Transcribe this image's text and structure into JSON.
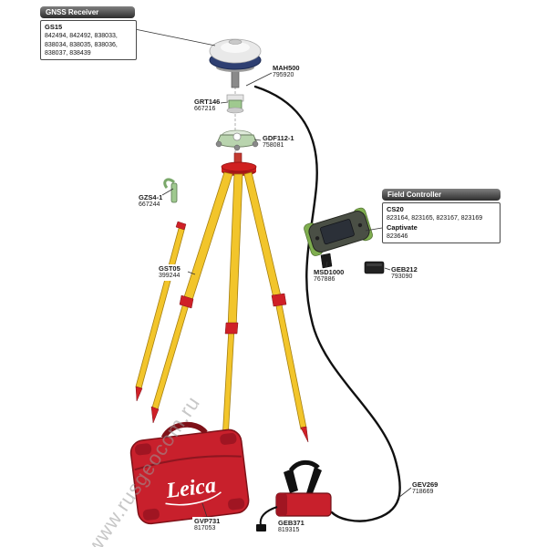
{
  "watermark": "www.rusgeocom.ru",
  "headers": {
    "gnss_receiver": "GNSS Receiver",
    "field_controller": "Field Controller"
  },
  "parts": {
    "gs15": {
      "name": "GS15",
      "numbers": "842494, 842492, 838033, 838034, 838035, 838036, 838037, 838439"
    },
    "mah500": {
      "name": "MAH500",
      "number": "795920"
    },
    "grt146": {
      "name": "GRT146",
      "number": "667216"
    },
    "gdf112_1": {
      "name": "GDF112-1",
      "number": "758081"
    },
    "gzs4_1": {
      "name": "GZS4-1",
      "number": "667244"
    },
    "gst05": {
      "name": "GST05",
      "number": "399244"
    },
    "cs20": {
      "name": "CS20",
      "numbers": "823164, 823165, 823167, 823169"
    },
    "captivate": {
      "name": "Captivate",
      "number": "823646"
    },
    "msd1000": {
      "name": "MSD1000",
      "number": "767886"
    },
    "geb212": {
      "name": "GEB212",
      "number": "793090"
    },
    "gvp731": {
      "name": "GVP731",
      "number": "817053"
    },
    "geb371": {
      "name": "GEB371",
      "number": "819315"
    },
    "gev269": {
      "name": "GEV269",
      "number": "718669"
    },
    "case_brand": "Leica"
  },
  "colors": {
    "tripod_yellow": "#f2c52b",
    "leica_red": "#c8202c",
    "accent_green": "#9fc98f",
    "antenna_blue": "#2e3f72",
    "cable_black": "#101010"
  }
}
